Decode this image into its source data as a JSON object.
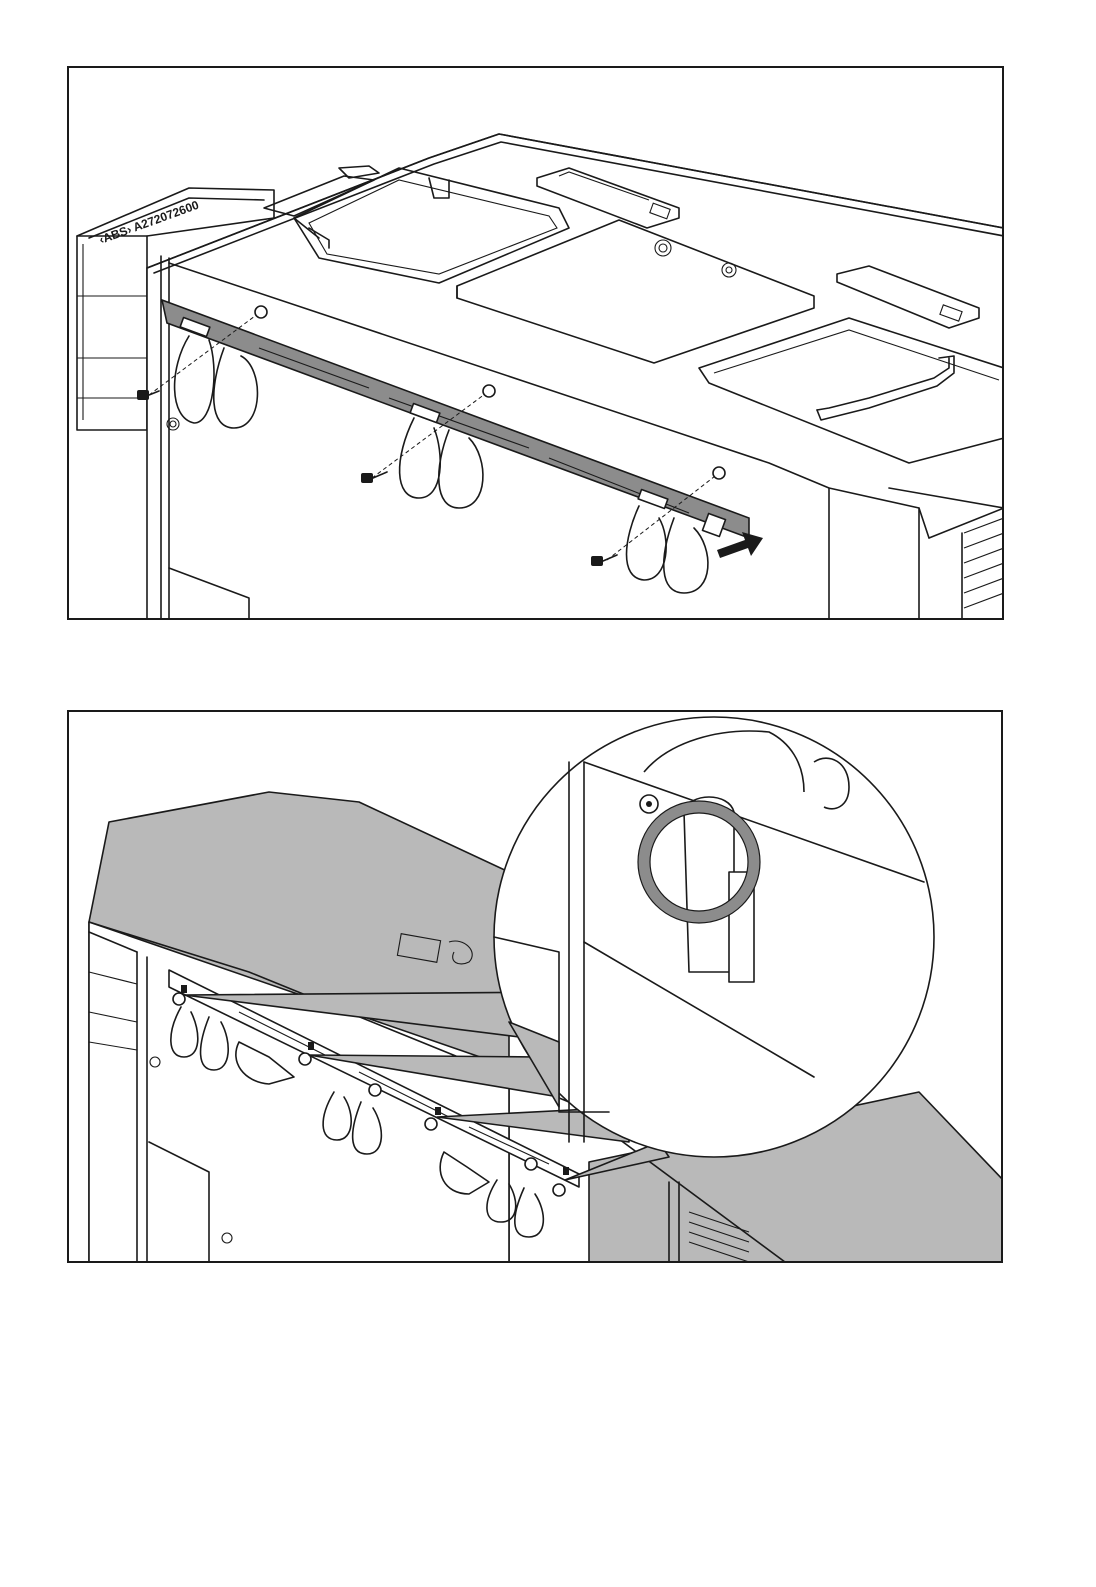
{
  "panels": [
    {
      "id": "step-1",
      "label_text": "‹ABS› A272072600"
    },
    {
      "id": "step-2",
      "label_text": ""
    }
  ],
  "colors": {
    "line": "#1a1a1a",
    "bracket_fill": "#8c8c8c",
    "cover_fill": "#b9b9b9",
    "background": "#ffffff"
  },
  "icons": {
    "arrow": "removal-direction-arrow",
    "screw": "screw-icon",
    "clip": "circlip-icon"
  }
}
